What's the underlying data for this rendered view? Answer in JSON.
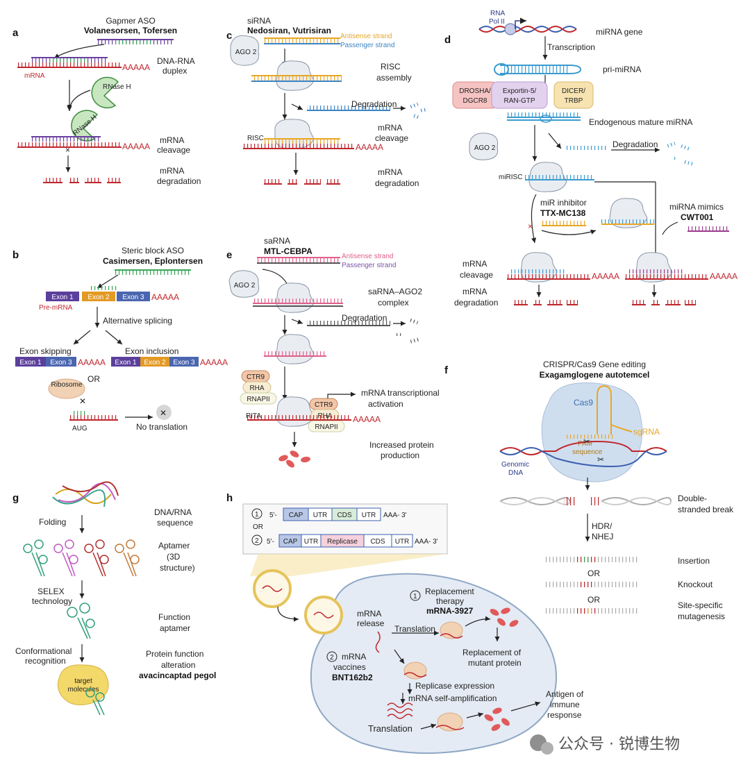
{
  "panels": {
    "a": {
      "letter": "a",
      "title": "Gapmer ASO",
      "drugs": "Volanesorsen, Tofersen",
      "mrna": "mRNA",
      "polya": "AAAAA",
      "enzyme": "RNase H",
      "steps": [
        "DNA-RNA duplex",
        "mRNA cleavage",
        "mRNA degradation"
      ]
    },
    "b": {
      "letter": "b",
      "title": "Steric block ASO",
      "drugs": "Casimersen, Eplontersen",
      "pre_mrna": "Pre-mRNA",
      "exons": [
        "Exon 1",
        "Exon 2",
        "Exon 3"
      ],
      "polya": "AAAAA",
      "alt_splicing": "Alternative splicing",
      "exon_skipping": "Exon skipping",
      "exon_inclusion": "Exon inclusion",
      "ribosome": "Ribosome",
      "or": "OR",
      "aug": "AUG",
      "no_translation": "No translation"
    },
    "c": {
      "letter": "c",
      "title": "siRNA",
      "drugs": "Nedosiran, Vutrisiran",
      "antisense": "Antisense strand",
      "passenger": "Passenger strand",
      "ago": "AGO 2",
      "risc_assembly": "RISC assembly",
      "degradation": "Degradation",
      "risc": "RISC",
      "polya": "AAAAA",
      "mrna_cleavage": "mRNA cleavage",
      "mrna_degradation": "mRNA degradation"
    },
    "d": {
      "letter": "d",
      "rna_pol": "RNA Pol II",
      "mirna_gene": "miRNA gene",
      "transcription": "Transcription",
      "pri_mirna": "pri-miRNA",
      "drosha": "DROSHA/ DGCR8",
      "exportin": "Exportin-5/ RAN-GTP",
      "dicer": "DICER/ TRBP",
      "mature": "Endogenous mature miRNA",
      "ago": "AGO 2",
      "degradation": "Degradation",
      "mirisc": "miRISC",
      "inhibitor": "miR inhibitor",
      "inhibitor_drug": "TTX-MC138",
      "mimics": "miRNA mimics",
      "mimics_drug": "CWT001",
      "mrna_cleavage": "mRNA cleavage",
      "mrna_degradation": "mRNA degradation",
      "polya": "AAAAA"
    },
    "e": {
      "letter": "e",
      "title": "saRNA",
      "drugs": "MTL-CEBPA",
      "antisense": "Antisense strand",
      "passenger": "Passenger strand",
      "ago": "AGO 2",
      "complex": "saRNA–AGO2 complex",
      "degradation": "Degradation",
      "ctr9": "CTR9",
      "rha": "RHA",
      "rnapii": "RNAPII",
      "rita": "RITA",
      "polya": "AAAAA",
      "activation": "mRNA transcriptional activation",
      "protein": "Increased protein production"
    },
    "f": {
      "letter": "f",
      "title": "CRISPR/Cas9 Gene editing",
      "drugs": "Exagamglogene autotemcel",
      "cas9": "Cas9",
      "sgrna": "sgRNA",
      "pam": "PAM sequence",
      "genomic": "Genomic DNA",
      "dsb": "Double-stranded break",
      "repair": "HDR/ NHEJ",
      "outcomes": [
        "Insertion",
        "Knockout",
        "Site-specific mutagenesis"
      ],
      "or": "OR"
    },
    "g": {
      "letter": "g",
      "sequence": "DNA/RNA sequence",
      "folding": "Folding",
      "aptamer": "Aptamer (3D structure)",
      "selex": "SELEX technology",
      "function_aptamer": "Function aptamer",
      "conformational": "Conformational recognition",
      "protein_alt": "Protein function alteration",
      "drug": "avacincaptad pegol",
      "target": "target molecules"
    },
    "h": {
      "letter": "h",
      "construct1": [
        "CAP",
        "UTR",
        "CDS",
        "UTR"
      ],
      "construct2": [
        "CAP",
        "UTR",
        "Replicase",
        "CDS",
        "UTR"
      ],
      "five_prime": "5'-",
      "three_prime": "AAA- 3'",
      "or": "OR",
      "n1": "1",
      "n2": "2",
      "replacement": "Replacement therapy",
      "replacement_drug": "mRNA-3927",
      "release": "mRNA release",
      "translation": "Translation",
      "replacement_protein": "Replacement of mutant protein",
      "vaccines": "mRNA vaccines",
      "vaccine_drug": "BNT162b2",
      "replicase_expr": "Replicase expression",
      "self_amp": "mRNA self-amplification",
      "translation2": "Translation",
      "antigen": "Antigen of immune response"
    }
  },
  "watermark": "公众号 · 锐博生物",
  "colors": {
    "mrna": "#c0262d",
    "antisense_orange": "#e8a626",
    "passenger_blue": "#3b84c4",
    "saRNA_pink": "#e0608a",
    "saRNA_purple": "#7a52a8",
    "mirna_blue": "#3b9bd0",
    "mimic_purple": "#9b3e8e",
    "enzyme_green": "#c8e6c0",
    "ago_grey": "#e9edf2",
    "cell_fill": "#e4ebf4"
  }
}
